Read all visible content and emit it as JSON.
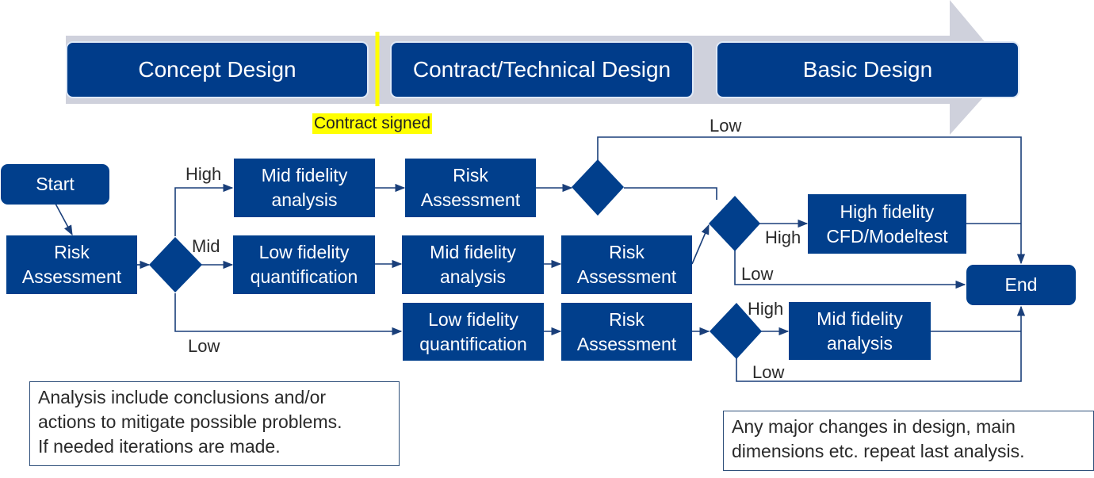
{
  "colors": {
    "node_fill": "#013f8c",
    "phase_fill": "#003c8a",
    "arrow_band": "#cfd1dc",
    "connector": "#1a3f7a",
    "milestone_highlight": "#ffff00"
  },
  "phases": [
    {
      "label": "Concept Design"
    },
    {
      "label": "Contract/Technical Design"
    },
    {
      "label": "Basic Design"
    }
  ],
  "milestone": {
    "label": "Contract signed"
  },
  "nodes": {
    "start": "Start",
    "risk_1": [
      "Risk",
      "Assessment"
    ],
    "mid_fidelity_top": [
      "Mid fidelity",
      "analysis"
    ],
    "risk_top": [
      "Risk",
      "Assessment"
    ],
    "low_fid_quant_mid": [
      "Low fidelity",
      "quantification"
    ],
    "mid_fidelity_mid": [
      "Mid fidelity",
      "analysis"
    ],
    "risk_mid": [
      "Risk",
      "Assessment"
    ],
    "high_fidelity": [
      "High fidelity",
      "CFD/Modeltest"
    ],
    "low_fid_quant_low": [
      "Low fidelity",
      "quantification"
    ],
    "risk_low": [
      "Risk",
      "Assessment"
    ],
    "mid_fidelity_low": [
      "Mid fidelity",
      "analysis"
    ],
    "end": "End"
  },
  "edge_labels": {
    "d1_high": "High",
    "d1_mid": "Mid",
    "d1_low": "Low",
    "d2_low": "Low",
    "d3_high": "High",
    "d3_low": "Low",
    "d4_high": "High",
    "d4_low": "Low"
  },
  "notes": {
    "left": [
      "Analysis include conclusions and/or",
      "actions to mitigate possible problems.",
      "If needed iterations are made."
    ],
    "right": [
      "Any major changes in design, main",
      "dimensions etc. repeat last analysis."
    ]
  }
}
